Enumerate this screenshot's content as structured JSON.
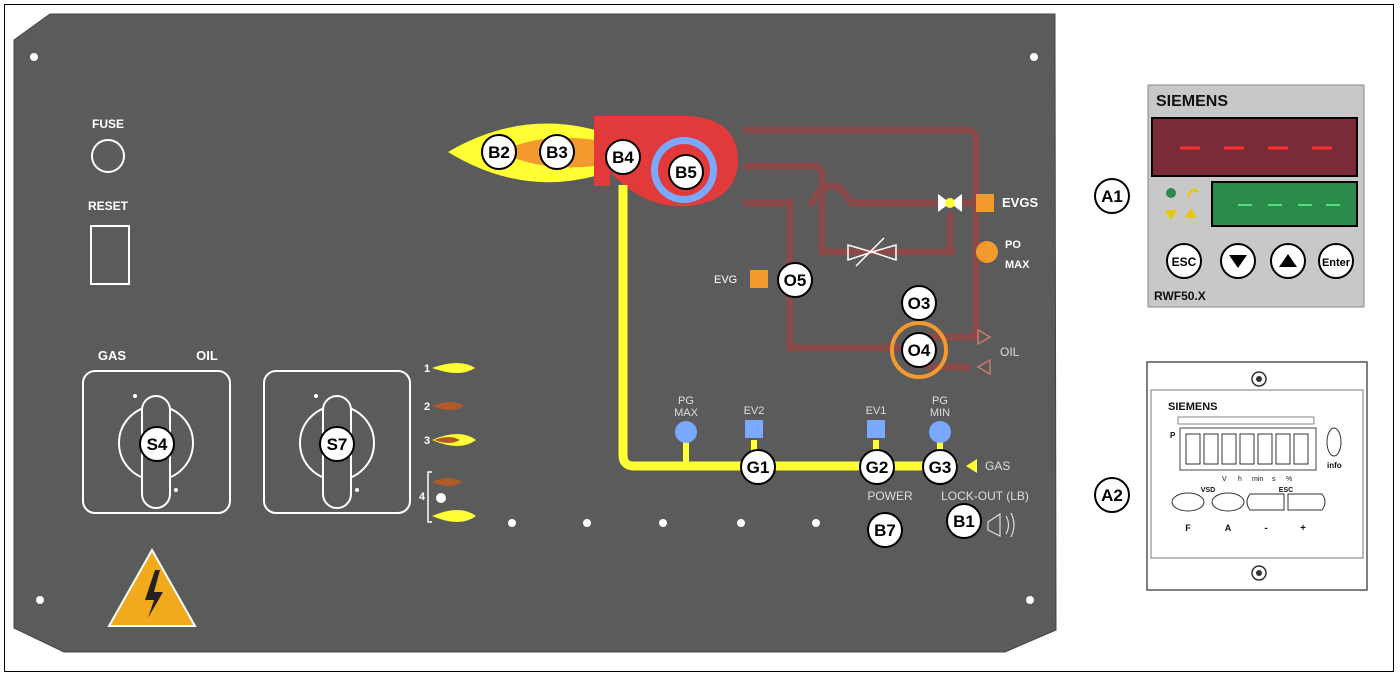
{
  "panel": {
    "fuse_label": "FUSE",
    "reset_label": "RESET",
    "gas_label": "GAS",
    "oil_label": "OIL",
    "stage_numbers": [
      "1",
      "2",
      "3",
      "4"
    ]
  },
  "callouts": {
    "b1": "B1",
    "b2": "B2",
    "b3": "B3",
    "b4": "B4",
    "b5": "B5",
    "b7": "B7",
    "g1": "G1",
    "g2": "G2",
    "g3": "G3",
    "o3": "O3",
    "o4": "O4",
    "o5": "O5",
    "s4": "S4",
    "s7": "S7",
    "a1": "A1",
    "a2": "A2"
  },
  "diagram_labels": {
    "evgs": "EVGS",
    "po_max_1": "PO",
    "po_max_2": "MAX",
    "evg": "EVG",
    "oil": "OIL",
    "gas": "GAS",
    "pg_max_1": "PG",
    "pg_max_2": "MAX",
    "ev2": "EV2",
    "ev1": "EV1",
    "pg_min_1": "PG",
    "pg_min_2": "MIN",
    "power": "POWER",
    "lockout": "LOCK-OUT (LB)"
  },
  "rwf50": {
    "brand": "SIEMENS",
    "model": "RWF50.X",
    "btn_esc": "ESC",
    "btn_enter": "Enter"
  },
  "lmv": {
    "brand": "SIEMENS",
    "p_label": "P",
    "info_label": "info",
    "vsd_label": "VSD",
    "esc_label": "ESC",
    "unit_v": "V",
    "unit_h": "h",
    "unit_min": "min",
    "unit_s": "s",
    "unit_pct": "%",
    "key_f": "F",
    "key_a": "A",
    "key_minus": "-",
    "key_plus": "+"
  },
  "colors": {
    "panel": "#5b5b5b",
    "gas_line": "#ffff33",
    "oil_line": "#8a4a4a",
    "burner_red": "#e23a3a",
    "valve_orange": "#f39a2e",
    "display_red": "#7b2a38",
    "display_green": "#2c8a4a"
  }
}
